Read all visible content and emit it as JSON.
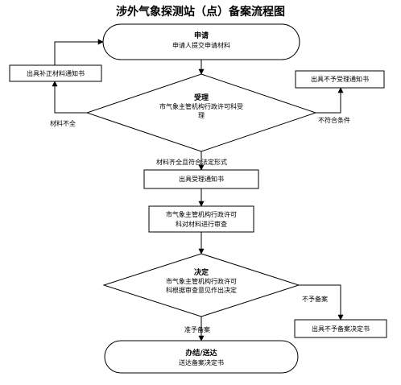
{
  "title": "涉外气象探测站（点）备案流程图",
  "nodes": {
    "apply": {
      "title": "申请",
      "lines": [
        "申请人提交申请材料"
      ]
    },
    "supplement": {
      "lines": [
        "出具补正材料通知书"
      ]
    },
    "not_accept": {
      "lines": [
        "出具不予受理通知书"
      ]
    },
    "accept": {
      "title": "受理",
      "lines": [
        "市气象主管机构行政许可科受",
        "理"
      ]
    },
    "accept_notice": {
      "lines": [
        "出具受理通知书"
      ]
    },
    "review": {
      "lines": [
        "市气象主管机构行政许可",
        "科对材料进行审查"
      ]
    },
    "decide": {
      "title": "决定",
      "lines": [
        "市气象主管机构行政许可",
        "科根据审查意见作出决定"
      ]
    },
    "not_record": {
      "lines": [
        "出具不予备案决定书"
      ]
    },
    "finish": {
      "title": "办结/送达",
      "lines": [
        "送达备案决定书"
      ]
    }
  },
  "edges": {
    "incomplete": "材料不全",
    "nonconforming": "不符合条件",
    "complete": "材料齐全且符合法定形式",
    "reject": "不予备案",
    "approve": "准予备案"
  }
}
